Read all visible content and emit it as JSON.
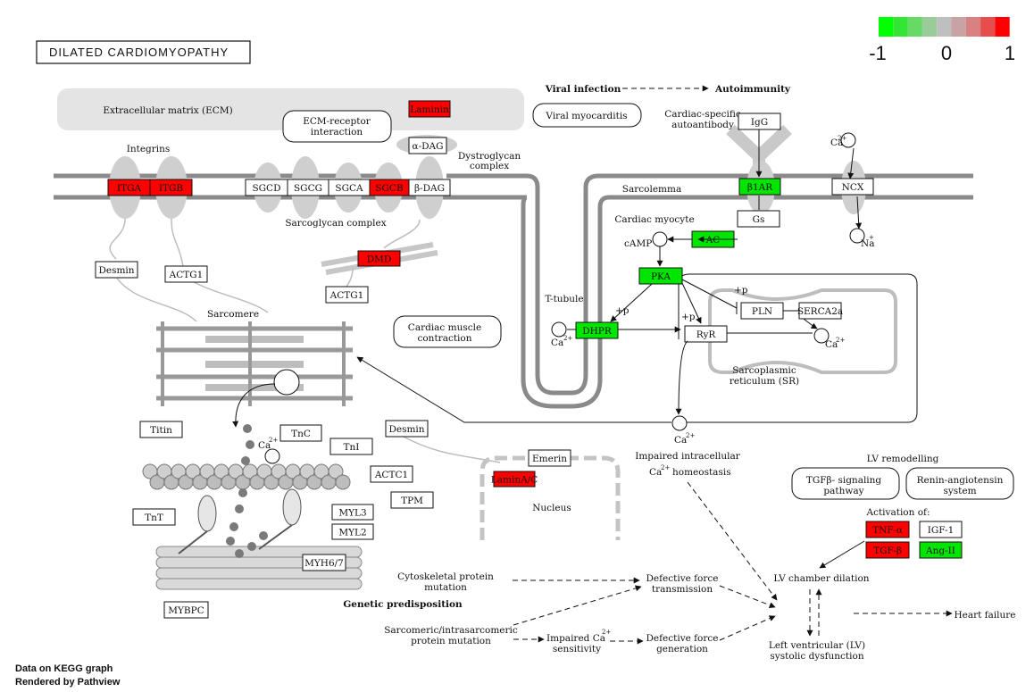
{
  "title": "DILATED CARDIOMYOPATHY",
  "legend": {
    "colors": [
      "#00ff00",
      "#33e633",
      "#66d966",
      "#99cc99",
      "#bfbfbf",
      "#c9a3a3",
      "#d98080",
      "#e64d4d",
      "#ff0000"
    ],
    "labels": [
      "-1",
      "0",
      "1"
    ]
  },
  "footer": {
    "line1": "Data on KEGG graph",
    "line2": "Rendered by Pathview"
  },
  "regions": {
    "ecm": "Extracellular matrix (ECM)",
    "integrins": "Integrins",
    "sarcoglycan_complex": "Sarcoglycan complex",
    "dystroglycan_complex_1": "Dystroglycan",
    "dystroglycan_complex_2": "complex",
    "sarcolemma": "Sarcolemma",
    "cardiac_myocyte": "Cardiac myocyte",
    "t_tubule": "T-tubule",
    "sarcomere": "Sarcomere",
    "nucleus": "Nucleus",
    "sr_1": "Sarcoplasmic",
    "sr_2": "reticulum (SR)",
    "cardiac_specific_1": "Cardiac-specific",
    "cardiac_specific_2": "autoantibody",
    "genetic_predisposition": "Genetic predisposition",
    "viral_infection": "Viral infection",
    "autoimmunity": "Autoimmunity",
    "lv_remodelling": "LV remodelling",
    "activation_of": "Activation of:"
  },
  "pathways": {
    "ecm_receptor_1": "ECM-receptor",
    "ecm_receptor_2": "interaction",
    "viral_myocarditis": "Viral myocarditis",
    "muscle_contraction_1": "Cardiac muscle",
    "muscle_contraction_2": "contraction",
    "tgfb_1": "TGFβ- signaling",
    "tgfb_2": "pathway",
    "renin_1": "Renin-angiotensin",
    "renin_2": "system"
  },
  "genes": {
    "laminin": "Laminin",
    "adag": "α-DAG",
    "bdag": "β-DAG",
    "itga": "ITGA",
    "itgb": "ITGB",
    "sgcd": "SGCD",
    "sgcg": "SGCG",
    "sgca": "SGCA",
    "sgcb": "SGCB",
    "dmd": "DMD",
    "desmin_top": "Desmin",
    "actg1_top": "ACTG1",
    "actg1_mid": "ACTG1",
    "igg": "IgG",
    "b1ar": "β1AR",
    "ncx": "NCX",
    "gs": "Gs",
    "ac": "AC",
    "pka": "PKA",
    "dhpr": "DHPR",
    "pln": "PLN",
    "serca2a": "SERCA2a",
    "ryr": "RyR",
    "titin": "Titin",
    "tnc": "TnC",
    "tni": "TnI",
    "actc1": "ACTC1",
    "tpm": "TPM",
    "tnt": "TnT",
    "myl3": "MYL3",
    "myl2": "MYL2",
    "myh67": "MYH6/7",
    "mybpc": "MYBPC",
    "desmin_mid": "Desmin",
    "emerin": "Emerin",
    "lamin": "LaminA/C",
    "tnfa": "TNF-α",
    "igf1": "IGF-1",
    "tgfb": "TGF-β",
    "ang2": "Ang-II"
  },
  "gene_colors": {
    "red": "#ff0000",
    "green": "#00e600",
    "white": "#ffffff"
  },
  "compounds": {
    "ca": "Ca",
    "ca_charge": "2+",
    "na": "Na",
    "na_charge": "+",
    "camp": "cAMP",
    "plus_p": "+p"
  },
  "outcomes": {
    "impaired_ca_1": "Impaired intracellular",
    "impaired_ca_2": "homeostasis",
    "cytoskeletal_1": "Cytoskeletal protein",
    "cytoskeletal_2": "mutation",
    "sarcomeric_1": "Sarcomeric/intrasarcomeric",
    "sarcomeric_2": "protein mutation",
    "impaired_sens_1": "Impaired Ca",
    "impaired_sens_2": "sensitivity",
    "def_trans_1": "Defective force",
    "def_trans_2": "transmission",
    "def_gen_1": "Defective force",
    "def_gen_2": "generation",
    "lv_dilation": "LV chamber dilation",
    "lv_dysf_1": "Left ventricular (LV)",
    "lv_dysf_2": "systolic dysfunction",
    "heart_failure": "Heart failure"
  }
}
